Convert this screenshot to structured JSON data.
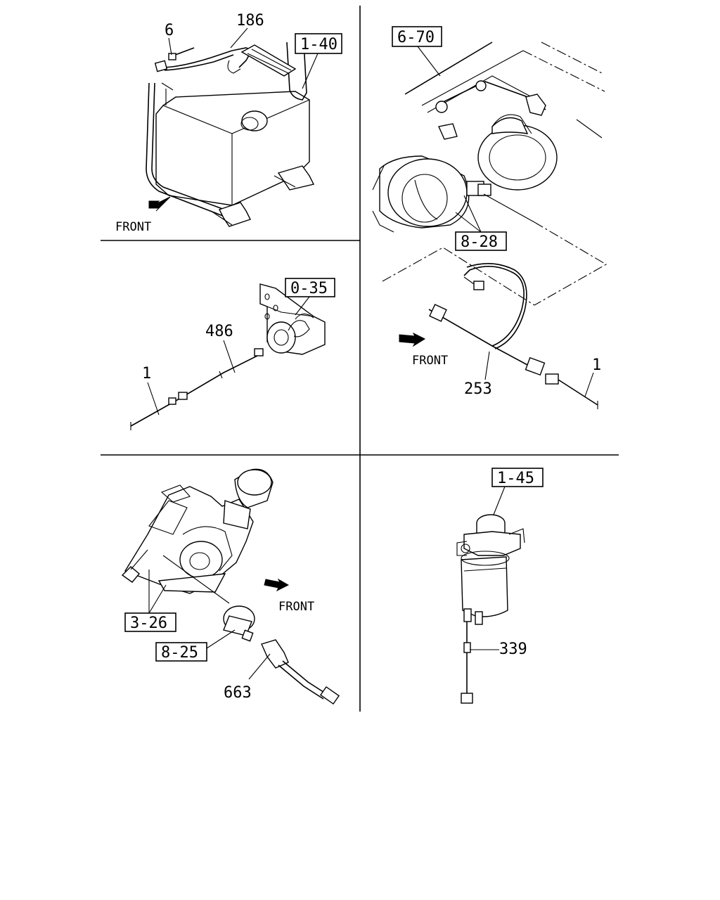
{
  "panels": {
    "fuel_tank": {
      "part_numbers": [
        "6",
        "186"
      ],
      "ref_boxes": [
        "1-40"
      ],
      "front_label": "FRONT"
    },
    "switch_bracket": {
      "part_numbers": [
        "486",
        "1"
      ],
      "ref_boxes": [
        "0-35"
      ]
    },
    "horns": {
      "part_numbers": [
        "253",
        "1"
      ],
      "ref_boxes": [
        "6-70",
        "8-28"
      ],
      "front_label": "FRONT"
    },
    "oil_sensor": {
      "part_numbers": [
        "663"
      ],
      "ref_boxes": [
        "3-26",
        "8-25"
      ],
      "front_label": "FRONT"
    },
    "fuel_filter": {
      "part_numbers": [
        "339"
      ],
      "ref_boxes": [
        "1-45"
      ]
    }
  }
}
